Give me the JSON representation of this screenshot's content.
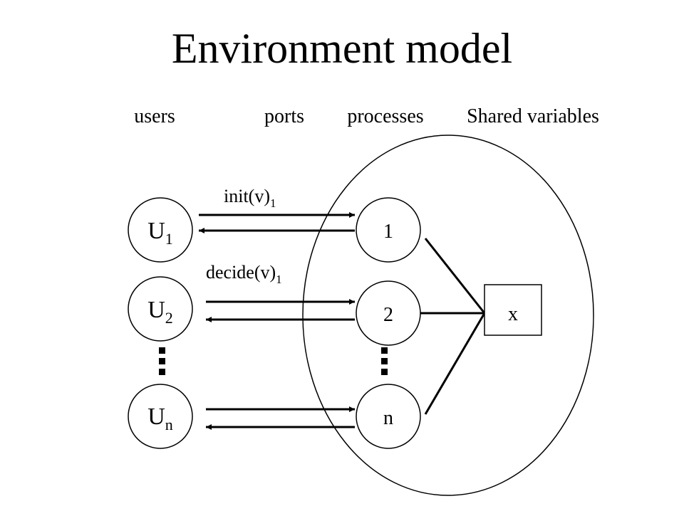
{
  "title": "Environment model",
  "column_headers": {
    "users": "users",
    "ports": "ports",
    "processes": "processes",
    "shared": "Shared variables"
  },
  "users": [
    {
      "base": "U",
      "sub": "1"
    },
    {
      "base": "U",
      "sub": "2"
    },
    {
      "base": "U",
      "sub": "n"
    }
  ],
  "processes": [
    {
      "label": "1"
    },
    {
      "label": "2"
    },
    {
      "label": "n"
    }
  ],
  "port_labels": {
    "init": {
      "base": "init(v)",
      "sub": "1"
    },
    "decide": {
      "base": "decide(v)",
      "sub": "1"
    }
  },
  "shared_variable": {
    "label": "x"
  },
  "colors": {
    "stroke": "#000000",
    "background": "#ffffff"
  }
}
